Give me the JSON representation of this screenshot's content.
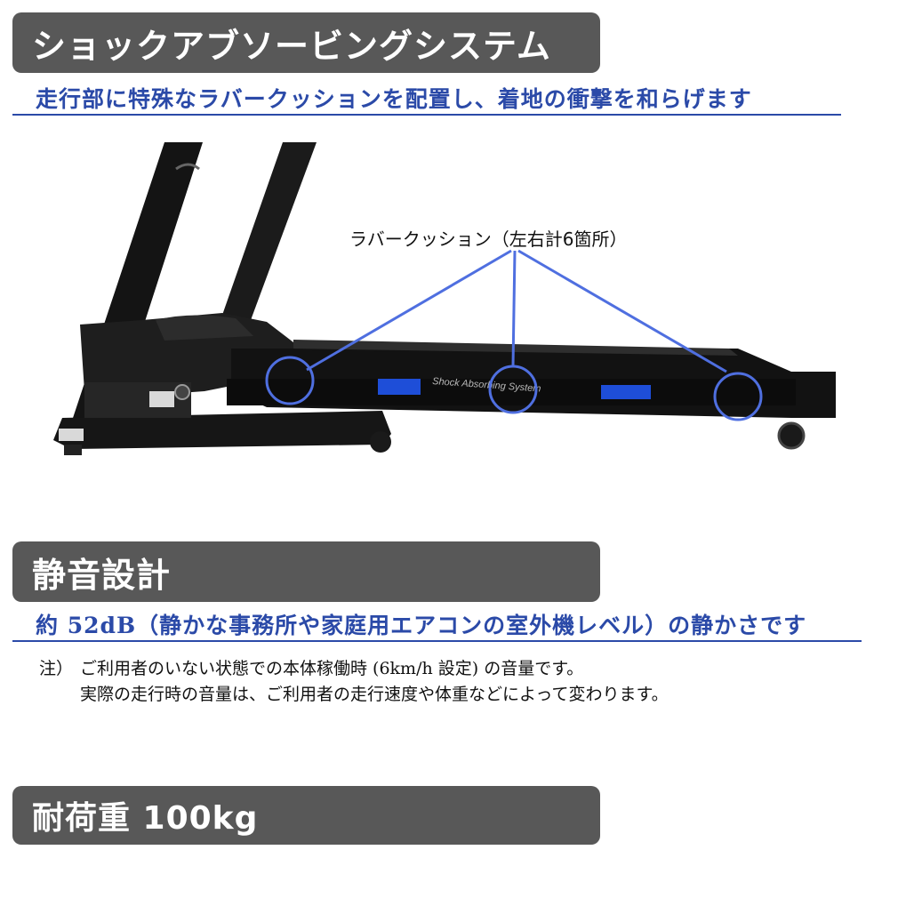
{
  "section1": {
    "heading": "ショックアブソービングシステム",
    "subtitle": "走行部に特殊なラバークッションを配置し、着地の衝撃を和らげます",
    "callout_label": "ラバークッション（左右計6箇所）",
    "deck_text": "Shock Absorbing System"
  },
  "section2": {
    "heading": "静音設計",
    "subtitle": "約 52dB（静かな事務所や家庭用エアコンの室外機レベル）の静かさです",
    "note_prefix": "注）",
    "note_line1": "ご利用者のいない状態での本体稼働時 (6km/h 設定) の音量です。",
    "note_line2": "実際の走行時の音量は、ご利用者の走行速度や体重などによって変わります。"
  },
  "section3": {
    "heading": "耐荷重 100kg"
  },
  "colors": {
    "heading_bg": "#585858",
    "accent_blue": "#2b4aa8",
    "callout_line": "#4f6fe0",
    "cushion_blue": "#1e4ed8"
  },
  "icons": [
    "treadmill-illustration"
  ]
}
